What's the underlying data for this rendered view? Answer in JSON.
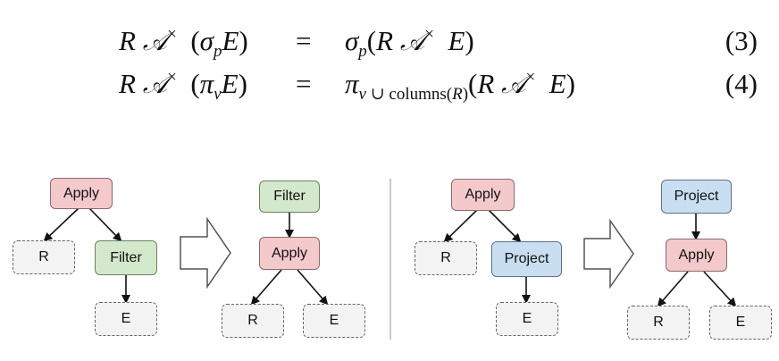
{
  "equations": [
    {
      "lhs": {
        "r": "R",
        "a": "𝒜",
        "times": "×",
        "open": "(",
        "op": "σ",
        "op_sub": "p",
        "e": "E",
        "close": ")"
      },
      "eq": "=",
      "rhs": {
        "op": "σ",
        "op_sub": "p",
        "open": "(",
        "r": "R",
        "a": "𝒜",
        "times": "×",
        "e": "E",
        "close": ")"
      },
      "number": "(3)"
    },
    {
      "lhs": {
        "r": "R",
        "a": "𝒜",
        "times": "×",
        "open": "(",
        "op": "π",
        "op_sub": "v",
        "e": "E",
        "close": ")"
      },
      "eq": "=",
      "rhs": {
        "op": "π",
        "op_sub_v": "v",
        "op_sub_cup": "∪",
        "op_sub_cols": "columns",
        "op_sub_open": "(",
        "op_sub_r": "R",
        "op_sub_close": ")",
        "open": "(",
        "r": "R",
        "a": "𝒜",
        "times": "×",
        "e": "E",
        "close": ")"
      },
      "number": "(4)"
    }
  ],
  "diagram": {
    "left": {
      "before": {
        "apply": "Apply",
        "r": "R",
        "filter": "Filter",
        "e": "E"
      },
      "after": {
        "filter": "Filter",
        "apply": "Apply",
        "r": "R",
        "e": "E"
      }
    },
    "right": {
      "before": {
        "apply": "Apply",
        "r": "R",
        "project": "Project",
        "e": "E"
      },
      "after": {
        "project": "Project",
        "apply": "Apply",
        "r": "R",
        "e": "E"
      }
    },
    "colors": {
      "apply_fill": "#f4c9cc",
      "filter_fill": "#d4e8cc",
      "project_fill": "#c9def0",
      "leaf_fill": "#f3f3f3"
    }
  }
}
